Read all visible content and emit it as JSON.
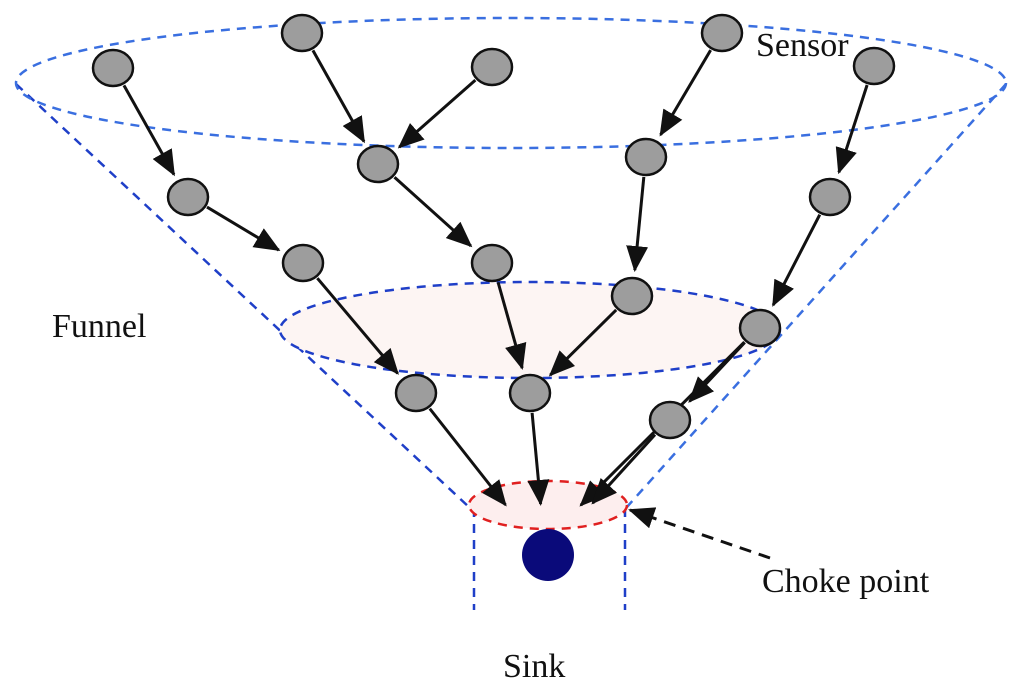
{
  "labels": {
    "sensor": "Sensor",
    "funnel": "Funnel",
    "choke_point": "Choke point",
    "sink": "Sink"
  },
  "colors": {
    "funnel_outline": "#3a6fe0",
    "funnel_dark": "#1f3fc8",
    "choke_ring": "#e02020",
    "choke_fill": "#fdeeee",
    "mid_fill": "#fdf5f3",
    "sensor_fill": "#9d9d9d",
    "sink_fill": "#0a0a7a",
    "arrow": "#111111"
  },
  "diagram": {
    "sensors": [
      "n1",
      "n2",
      "n3",
      "n4",
      "n5",
      "n6",
      "n7",
      "n8",
      "n9",
      "n10",
      "n11",
      "n12",
      "n13",
      "n14",
      "n15",
      "n16"
    ],
    "sink": "sink",
    "edges": [
      [
        "n1",
        "n4"
      ],
      [
        "n2",
        "n5"
      ],
      [
        "n3",
        "n5"
      ],
      [
        "n4",
        "n8"
      ],
      [
        "n5",
        "n9"
      ],
      [
        "n6",
        "n7"
      ],
      [
        "n7",
        "n10"
      ],
      [
        "n8",
        "n12"
      ],
      [
        "n9",
        "n13"
      ],
      [
        "n10",
        "n13"
      ],
      [
        "n11",
        "n14"
      ],
      [
        "n14",
        "n15"
      ],
      [
        "n12",
        "sink"
      ],
      [
        "n13",
        "sink"
      ],
      [
        "n15",
        "sink"
      ]
    ]
  }
}
